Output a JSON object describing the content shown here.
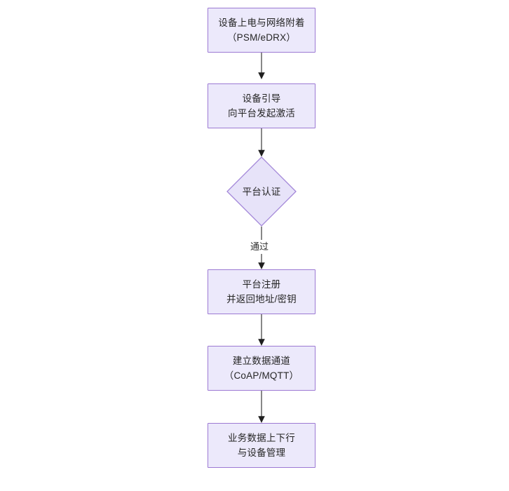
{
  "diagram": {
    "type": "flowchart",
    "orientation": "top-to-bottom",
    "background_color": "#ffffff",
    "node_fill_color": "#ece9fb",
    "node_border_color": "#9c79d3",
    "connector_color": "#2f2f2f",
    "text_color": "#262626",
    "nodes": [
      {
        "id": "node-power-on",
        "shape": "rectangle",
        "line1": "设备上电与网络附着",
        "line2": "（PSM/eDRX）",
        "text": "设备上电与网络附着\n（PSM/eDRX）"
      },
      {
        "id": "node-bootstrap",
        "shape": "rectangle",
        "line1": "设备引导",
        "line2": "向平台发起激活",
        "text": "设备引导\n向平台发起激活"
      },
      {
        "id": "node-auth",
        "shape": "diamond",
        "line1": "平台认证",
        "line2": "",
        "text": "平台认证"
      },
      {
        "id": "node-register",
        "shape": "rectangle",
        "line1": "平台注册",
        "line2": "并返回地址/密钥",
        "text": "平台注册\n并返回地址/密钥"
      },
      {
        "id": "node-channel",
        "shape": "rectangle",
        "line1": "建立数据通道",
        "line2": "（CoAP/MQTT）",
        "text": "建立数据通道\n（CoAP/MQTT）"
      },
      {
        "id": "node-data",
        "shape": "rectangle",
        "line1": "业务数据上下行",
        "line2": "与设备管理",
        "text": "业务数据上下行\n与设备管理"
      }
    ],
    "edges": [
      {
        "id": "edge-1",
        "from": "node-power-on",
        "to": "node-bootstrap",
        "label": ""
      },
      {
        "id": "edge-2",
        "from": "node-bootstrap",
        "to": "node-auth",
        "label": ""
      },
      {
        "id": "edge-3",
        "from": "node-auth",
        "to": "node-register",
        "label": "通过"
      },
      {
        "id": "edge-4",
        "from": "node-register",
        "to": "node-channel",
        "label": ""
      },
      {
        "id": "edge-5",
        "from": "node-channel",
        "to": "node-data",
        "label": ""
      }
    ]
  }
}
